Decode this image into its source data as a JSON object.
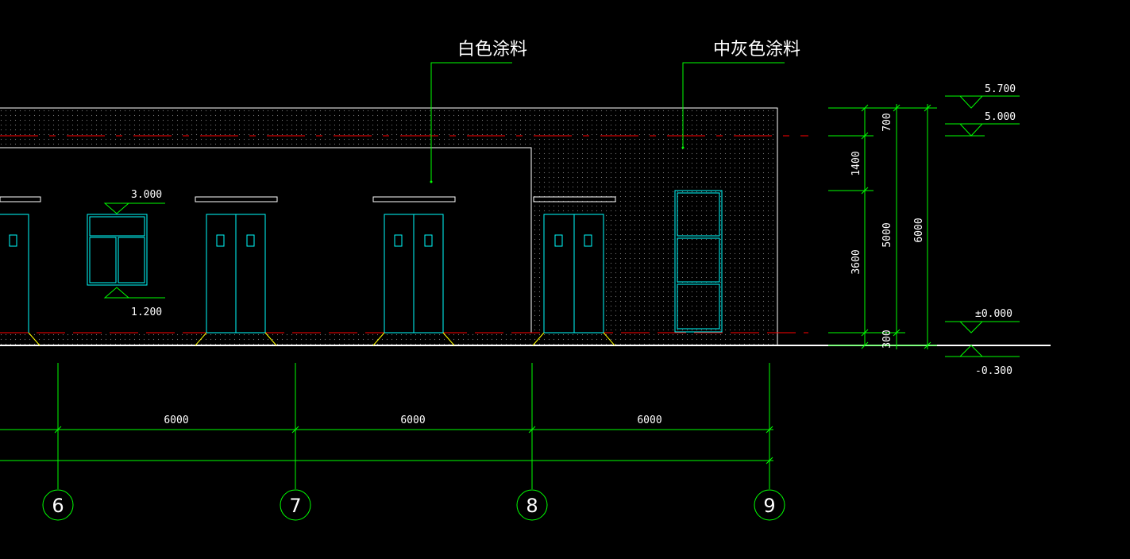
{
  "colors": {
    "background": "#000000",
    "wall_outline": "#ffffff",
    "door_window": "#00ffff",
    "leader_dim": "#00ff00",
    "dashed_line": "#ff0000",
    "hatch_dot": "#777777",
    "foot_mark": "#ffff00"
  },
  "annotations": {
    "white_paint": "白色涂料",
    "mid_gray_paint": "中灰色涂料"
  },
  "window_levels": {
    "top": "3.000",
    "bottom": "1.200"
  },
  "elevations": {
    "e1": "5.700",
    "e2": "5.000",
    "e3": "±0.000",
    "e4": "-0.300"
  },
  "vertical_dims": {
    "inner": [
      "700",
      "1400",
      "3600",
      "300"
    ],
    "middle": "5000",
    "outer": "6000"
  },
  "horizontal_dims": [
    "6000",
    "6000",
    "6000"
  ],
  "axes": [
    "6",
    "7",
    "8",
    "9"
  ]
}
